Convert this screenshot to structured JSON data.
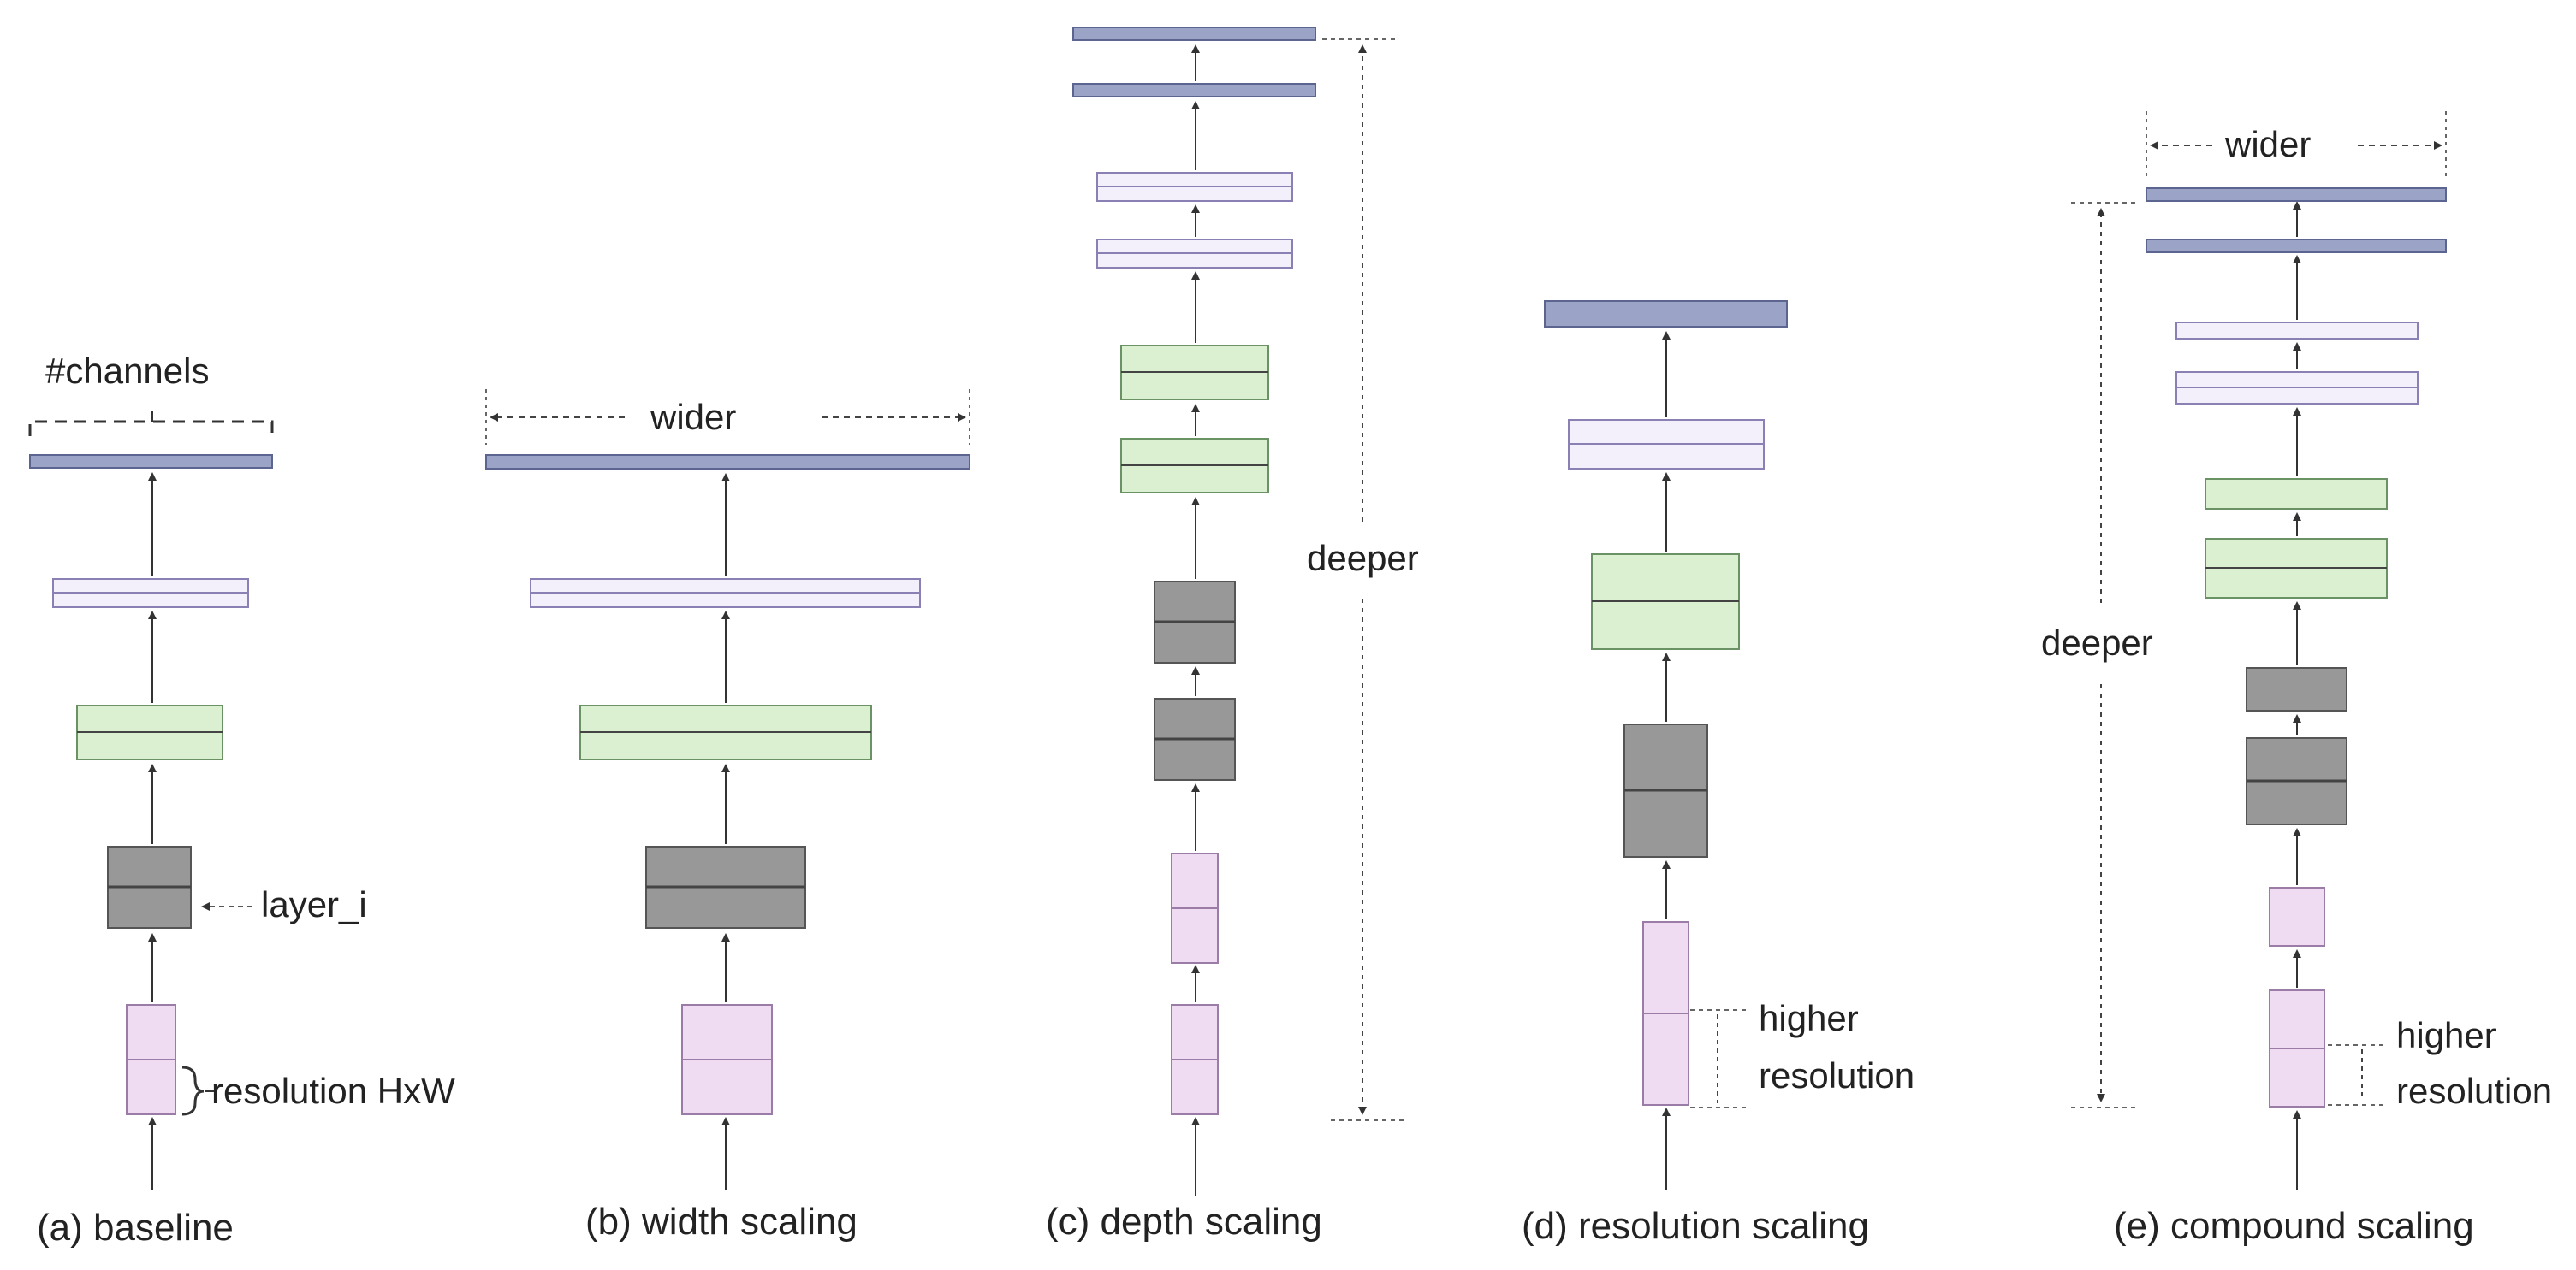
{
  "colors": {
    "blue": "#9ba3c6",
    "blue_stroke": "#5c6490",
    "lavender": "#f3f0fb",
    "lavender_stroke": "#8b80b4",
    "green": "#dbefd1",
    "green_stroke": "#6a9264",
    "gray": "#989898",
    "gray_stroke": "#555555",
    "pink": "#efdcf3",
    "pink_stroke": "#9a7ca6",
    "line": "#333333"
  },
  "annotations": {
    "channels": "#channels",
    "layer": "layer_i",
    "resolution": "resolution HxW",
    "wider": "wider",
    "deeper": "deeper",
    "higher": "higher",
    "resolution_word": "resolution"
  },
  "panels": [
    {
      "id": "a",
      "caption": "(a) baseline"
    },
    {
      "id": "b",
      "caption": "(b) width scaling"
    },
    {
      "id": "c",
      "caption": "(c) depth scaling"
    },
    {
      "id": "d",
      "caption": "(d) resolution scaling"
    },
    {
      "id": "e",
      "caption": "(e) compound scaling"
    }
  ]
}
